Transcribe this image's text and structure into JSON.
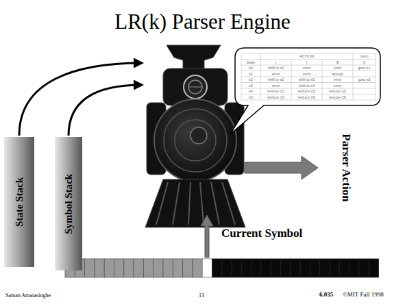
{
  "diagram": {
    "title": "LR(k) Parser Engine",
    "nodes": [
      {
        "text": [
          "State Stack"
        ]
      },
      {
        "text": [
          "Symbol Stack"
        ]
      }
    ],
    "labels": [
      "ACTION",
      "Goto",
      "State",
      "(",
      ")",
      "$",
      "X",
      "s0",
      "shift to s2",
      "error",
      "error",
      "goto s1",
      "s1",
      "error",
      "error",
      "accept",
      "s2",
      "shift to s2",
      "shift to s5",
      "error",
      "goto s3",
      "s3",
      "error",
      "shift to s4",
      "error",
      "s4",
      "reduce (2)",
      "reduce (2)",
      "reduce (2)",
      "s5",
      "reduce (3)",
      "reduce (3)",
      "reduce (3)",
      "Parser Action",
      "Current Symbol",
      "Saman Amarasinghe",
      "13",
      "6.035",
      "©MIT Fall 1998"
    ]
  }
}
